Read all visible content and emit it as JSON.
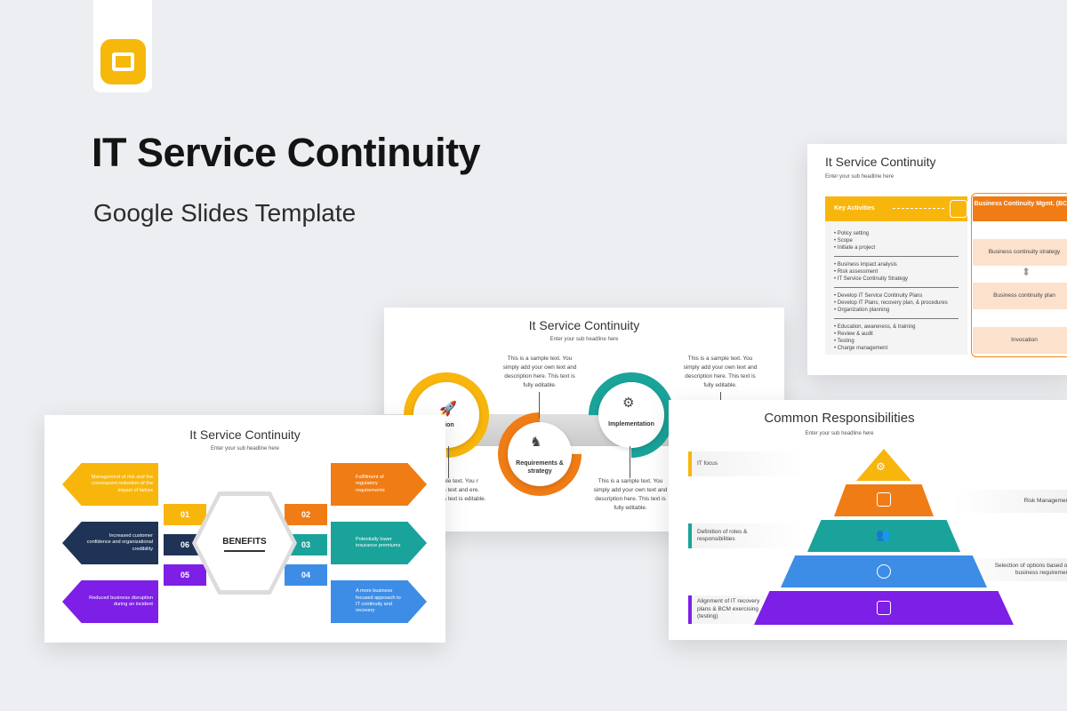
{
  "header": {
    "title": "IT Service Continuity",
    "subtitle": "Google Slides Template",
    "logo_icon": "google-slides-icon",
    "accent": "#f6b80b"
  },
  "slide_top_right": {
    "title": "It Service Continuity",
    "subtitle": "Enter your sub headline here",
    "key_activities_label": "Key Activities",
    "groups": [
      [
        "Policy setting",
        "Scope",
        "Initiate a project"
      ],
      [
        "Business impact analysis",
        "Risk assessment",
        "IT Service Continuity Strategy"
      ],
      [
        "Develop IT Service Continuity Plans",
        "Develop IT Plans, recovery plan, & procedures",
        "Organization planning"
      ],
      [
        "Education, awareness, & training",
        "Review & audit",
        "Testing",
        "Charge management"
      ]
    ],
    "bcm_header": "Business Continuity Mgmt. (BCM)",
    "bcm_items": [
      "Business continuity strategy",
      "Business continuity plan",
      "Invocation"
    ]
  },
  "slide_center": {
    "title": "It Service Continuity",
    "subtitle": "Enter your sub headline here",
    "circles": [
      "Initiation",
      "Requirements & strategy",
      "Implementation"
    ],
    "left_label_partial": "iation",
    "sample_text": "This is a sample text. You simply add your own text and description here. This text is fully editable.",
    "left_lower_text": "ample text. You r own text and ere. This text is editable."
  },
  "slide_bottom_left": {
    "title": "It Service Continuity",
    "subtitle": "Enter your sub headline here",
    "center_label": "BENEFITS",
    "items": [
      {
        "num": "01",
        "text": "Management of risk and the consequent reduction of the impact of failure",
        "color": "#f8b60c"
      },
      {
        "num": "02",
        "text": "Fulfillment of regulatory requirements",
        "color": "#f07c15"
      },
      {
        "num": "03",
        "text": "Potentially lower insurance premiums",
        "color": "#1aa39a"
      },
      {
        "num": "04",
        "text": "A more business focused approach to IT continuity and recovery",
        "color": "#3d8de6"
      },
      {
        "num": "05",
        "text": "Reduced business disruption during an incident",
        "color": "#7d1fe6"
      },
      {
        "num": "06",
        "text": "Increased customer confidence and organizational credibility",
        "color": "#1e3356"
      }
    ]
  },
  "slide_bottom_right": {
    "title": "Common Responsibilities",
    "subtitle": "Enter your sub headline here",
    "left_items": [
      {
        "text": "IT focus",
        "color": "#f8b60c"
      },
      {
        "text": "Definition of roles & responsibilities",
        "color": "#1aa39a"
      },
      {
        "text": "Alignment of IT recovery plans & BCM exercising (testing)",
        "color": "#7d1fe6"
      }
    ],
    "right_items": [
      "Risk Management",
      "Selection of options based on business requirement"
    ],
    "pyramid_colors": [
      "#f8b60c",
      "#f07c15",
      "#1aa39a",
      "#3d8de6",
      "#7d1fe6"
    ]
  }
}
